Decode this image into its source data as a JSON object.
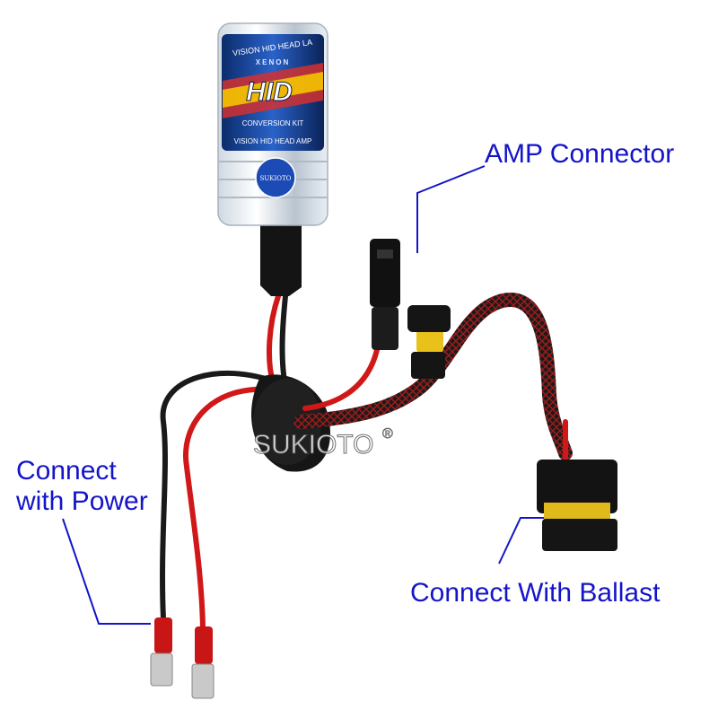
{
  "annotations": {
    "amp_connector": "AMP Connector",
    "connect_power_line1": "Connect",
    "connect_power_line2": "with Power",
    "connect_ballast": "Connect With Ballast"
  },
  "bulb": {
    "badge_text": "SUKIOTO",
    "label_top": "VISION HID HEAD LA",
    "label_brand": "XENON",
    "label_hid": "HID",
    "label_kit": "CONVERSION KIT",
    "label_bottom": "VISION HID HEAD AMP"
  },
  "watermark": "SUKIOTO",
  "colors": {
    "annotation": "#1414c8",
    "wire_red": "#d01818",
    "wire_black": "#1a1a1a",
    "connector": "#111111",
    "seal_yellow": "#e8c21a"
  }
}
